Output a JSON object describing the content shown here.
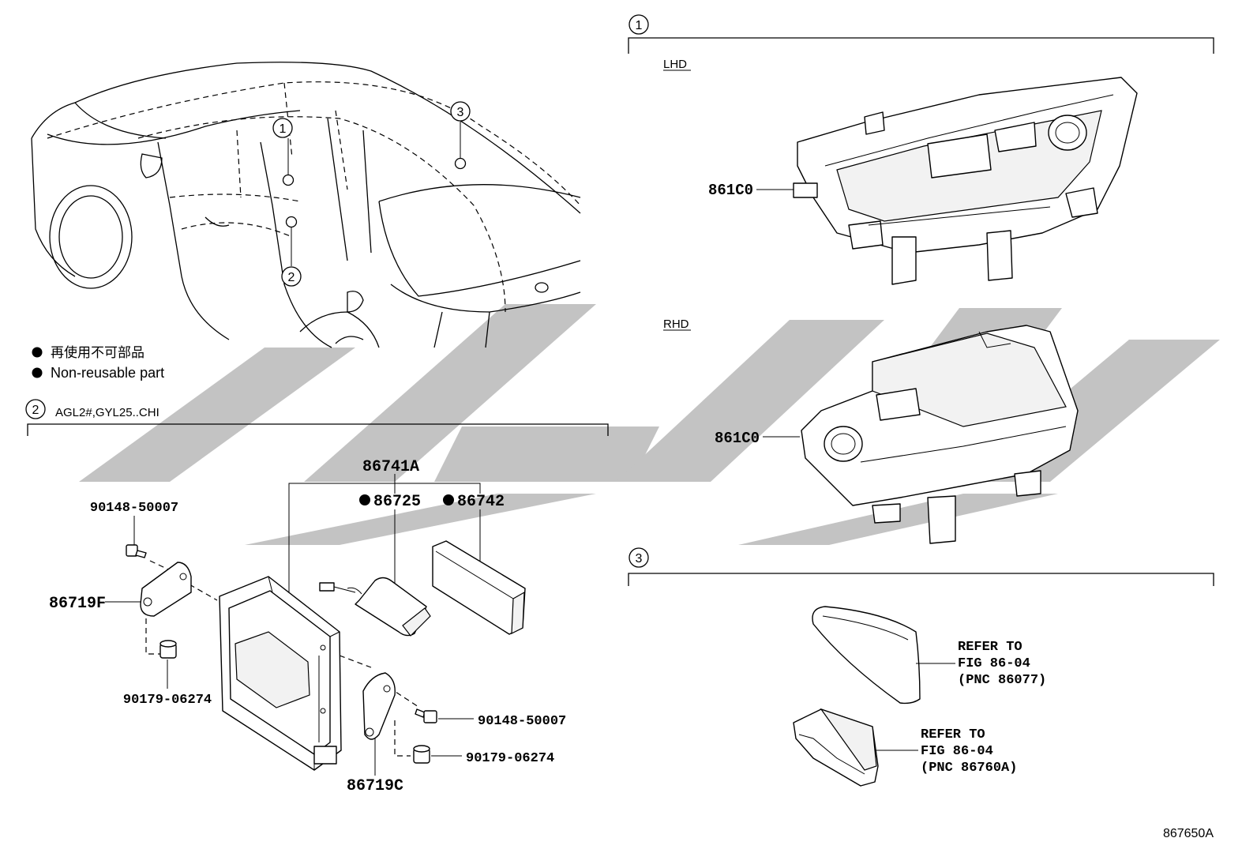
{
  "legend": {
    "jp": "再使用不可部品",
    "en": "Non-reusable part"
  },
  "sections": {
    "s1": {
      "num": "1",
      "lhd": "LHD",
      "rhd": "RHD"
    },
    "s2": {
      "num": "2",
      "caption": "AGL2#,GYL25..CHI"
    },
    "s3": {
      "num": "3"
    }
  },
  "car_callouts": [
    "1",
    "2",
    "3"
  ],
  "parts": {
    "p86741A": "86741A",
    "p86725": "86725",
    "p86742": "86742",
    "p90148_a": "90148-50007",
    "p86719F": "86719F",
    "p90179_a": "90179-06274",
    "p90148_b": "90148-50007",
    "p90179_b": "90179-06274",
    "p86719C": "86719C",
    "p861C0_lhd": "861C0",
    "p861C0_rhd": "861C0"
  },
  "refers": {
    "r1": {
      "line1": "REFER TO",
      "line2": "FIG 86-04",
      "line3": "(PNC 86077)"
    },
    "r2": {
      "line1": "REFER TO",
      "line2": "FIG 86-04",
      "line3": "(PNC 86760A)"
    }
  },
  "figure_id": "867650A"
}
